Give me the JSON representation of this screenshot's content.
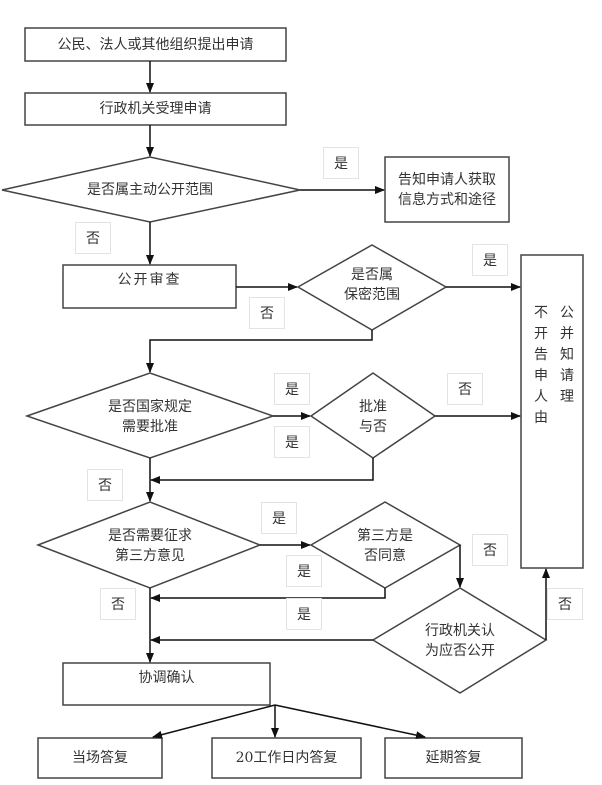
{
  "diagram": {
    "nodes": {
      "submit": "公民、法人或其他组织提出申请",
      "accept": "行政机关受理申请",
      "proactive_scope": "是否属主动公开范围",
      "inform_method": "告知申请人获取\n信息方式和途径",
      "review": "公开审查",
      "secret_scope": "是否属\n保密范围",
      "need_approval": "是否国家规定\n需要批准",
      "approved": "批准\n与否",
      "need_third_party": "是否需要征求\n第三方意见",
      "third_party_agree": "第三方是\n否同意",
      "agency_decide": "行政机关认\n为应否公开",
      "coordinate": "协调确认",
      "reply_now": "当场答复",
      "reply_20days": "20工作日内答复",
      "reply_delay": "延期答复",
      "refuse_col1": [
        "不",
        "开",
        "告",
        "申",
        "人",
        "由"
      ],
      "refuse_col2": [
        "公",
        "并",
        "知",
        "请",
        "理"
      ]
    },
    "edge_labels": {
      "proactive_yes": "是",
      "proactive_no": "否",
      "secret_yes": "是",
      "secret_no": "否",
      "approval_yes_top": "是",
      "approval_yes_bottom": "是",
      "approved_no": "否",
      "approval_no": "否",
      "third_yes_top": "是",
      "third_agree_yes": "是",
      "third_no": "否",
      "agency_yes": "是",
      "third_disagree_no": "否",
      "agency_no": "否"
    }
  }
}
